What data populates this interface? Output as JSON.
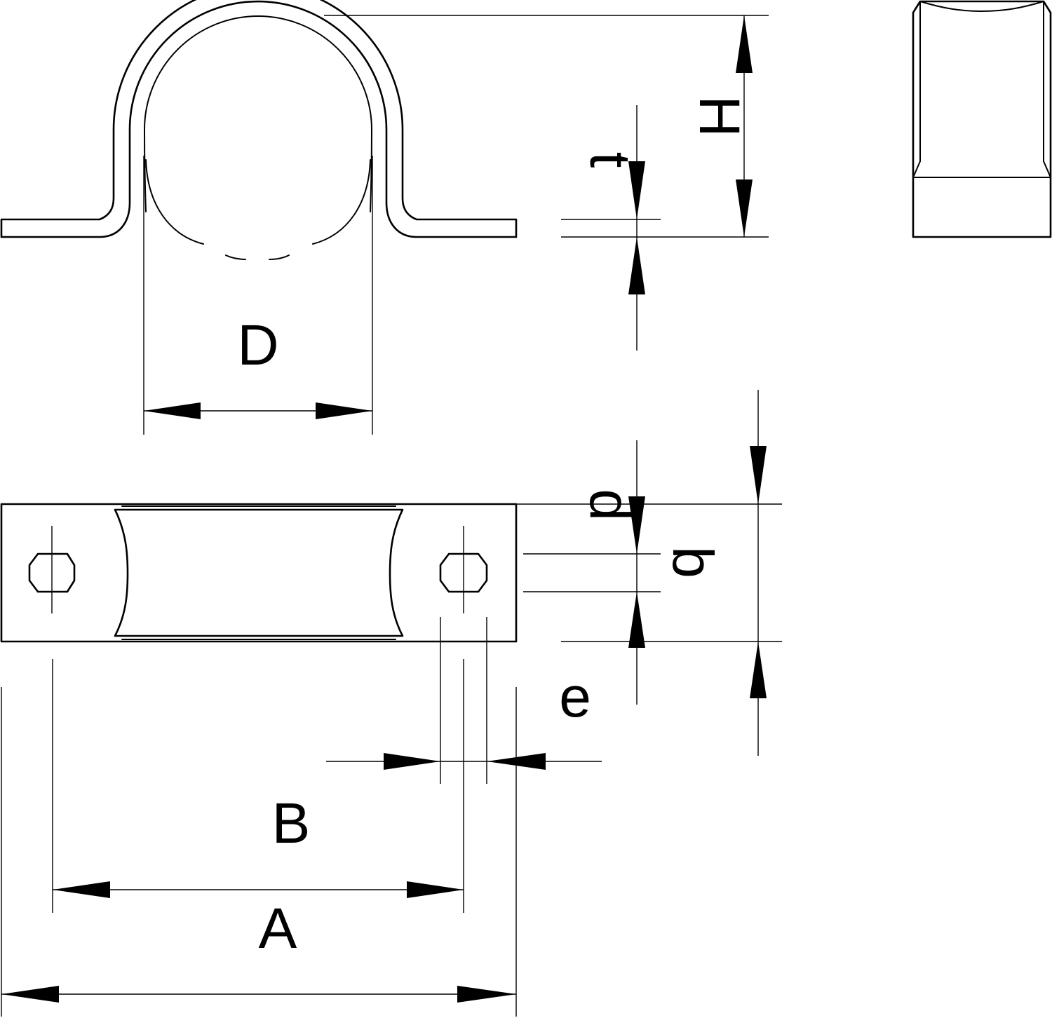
{
  "labels": {
    "D": "D",
    "H": "H",
    "t": "t",
    "d": "d",
    "b": "b",
    "e": "e",
    "B": "B",
    "A": "A"
  },
  "colors": {
    "line": "#000000",
    "background": "#ffffff"
  }
}
